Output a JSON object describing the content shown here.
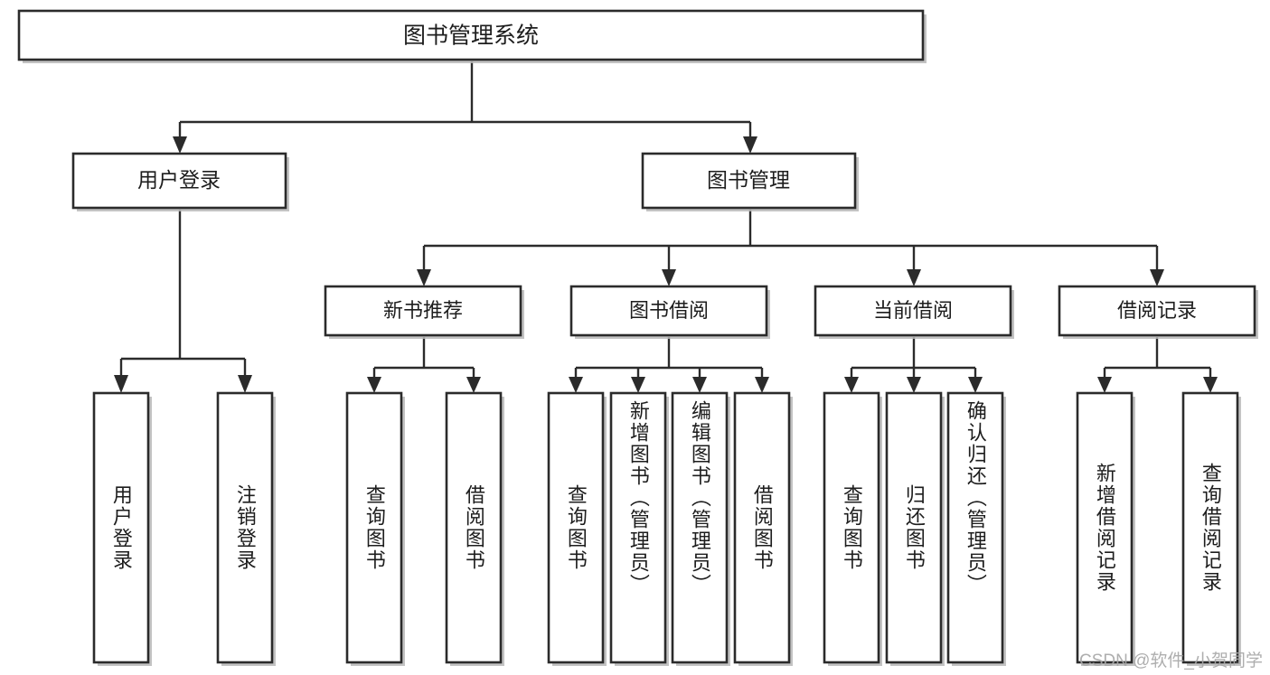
{
  "diagram": {
    "type": "tree-hierarchy",
    "title": "图书管理系统",
    "watermark": "CSDN @软件_小贺同学",
    "colors": {
      "background": "#ffffff",
      "stroke": "#2b2b2b",
      "fill": "#ffffff",
      "shadow": "#b9b9b9",
      "text": "#1d1d1d",
      "watermark": "#a8a8a8"
    },
    "levels": {
      "root": {
        "label": "图书管理系统"
      },
      "level1": [
        {
          "label": "用户登录"
        },
        {
          "label": "图书管理"
        }
      ],
      "level2": [
        {
          "label": "新书推荐"
        },
        {
          "label": "图书借阅"
        },
        {
          "label": "当前借阅"
        },
        {
          "label": "借阅记录"
        }
      ]
    },
    "nodes": {
      "root": "图书管理系统",
      "user_login": "用户登录",
      "book_manage": "图书管理",
      "new_book_rec": "新书推荐",
      "book_borrow": "图书借阅",
      "current_borrow": "当前借阅",
      "borrow_record": "借阅记录",
      "leaf_user_login": "用户登录",
      "leaf_logout": "注销登录",
      "leaf_query_book_1": "查询图书",
      "leaf_borrow_book_1": "借阅图书",
      "leaf_query_book_2": "查询图书",
      "leaf_add_book_admin": "新增图书（管理员）",
      "leaf_edit_book_admin": "编辑图书（管理员）",
      "leaf_borrow_book_2": "借阅图书",
      "leaf_query_book_3": "查询图书",
      "leaf_return_book": "归还图书",
      "leaf_confirm_return_admin": "确认归还（管理员）",
      "leaf_add_record": "新增借阅记录",
      "leaf_query_record": "查询借阅记录"
    },
    "groups": [
      {
        "parent": "用户登录",
        "children": [
          "用户登录",
          "注销登录"
        ]
      },
      {
        "parent": "新书推荐",
        "children": [
          "查询图书",
          "借阅图书"
        ]
      },
      {
        "parent": "图书借阅",
        "children": [
          "查询图书",
          "新增图书（管理员）",
          "编辑图书（管理员）",
          "借阅图书"
        ]
      },
      {
        "parent": "当前借阅",
        "children": [
          "查询图书",
          "归还图书",
          "确认归还（管理员）"
        ]
      },
      {
        "parent": "借阅记录",
        "children": [
          "新增借阅记录",
          "查询借阅记录"
        ]
      }
    ]
  }
}
